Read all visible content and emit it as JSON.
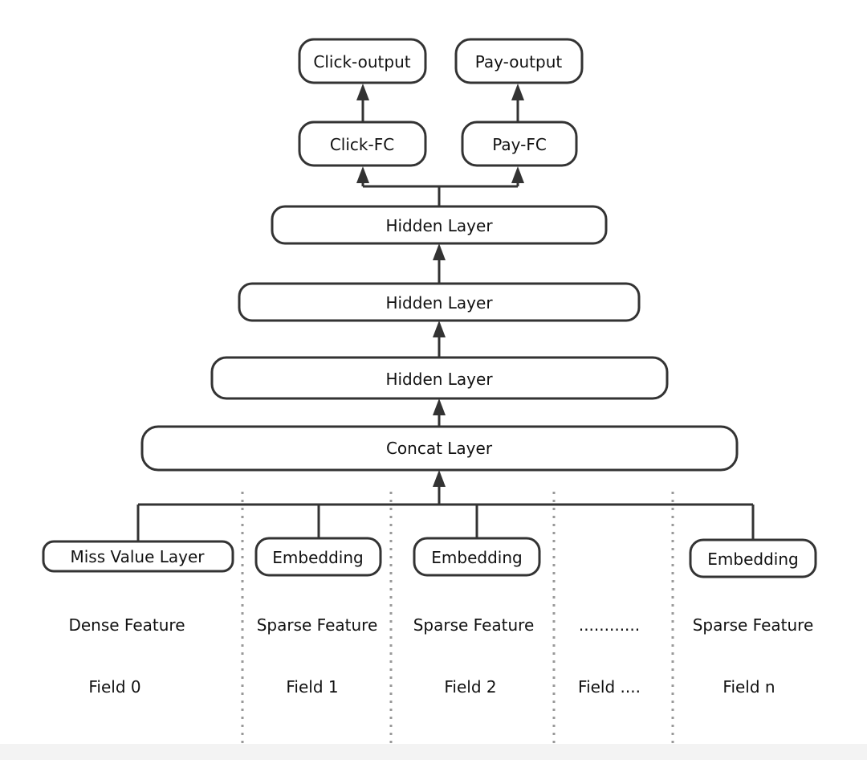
{
  "nodes": {
    "click_output": "Click-output",
    "pay_output": "Pay-output",
    "click_fc": "Click-FC",
    "pay_fc": "Pay-FC",
    "hidden_layer_top": "Hidden Layer",
    "hidden_layer_mid": "Hidden Layer",
    "hidden_layer_bottom": "Hidden Layer",
    "concat_layer": "Concat Layer",
    "miss_value_layer": "Miss Value Layer",
    "embedding_1": "Embedding",
    "embedding_2": "Embedding",
    "embedding_n": "Embedding"
  },
  "features": {
    "dense_0": "Dense Feature",
    "sparse_1": "Sparse Feature",
    "sparse_2": "Sparse Feature",
    "ellipsis": "............",
    "sparse_n": "Sparse Feature"
  },
  "fields": {
    "field_0": "Field 0",
    "field_1": "Field 1",
    "field_2": "Field 2",
    "field_ellipsis": "Field ....",
    "field_n": "Field n"
  },
  "colors": {
    "stroke": "#333333",
    "divider": "#999999",
    "box_fill": "#ffffff",
    "text": "#111111"
  }
}
